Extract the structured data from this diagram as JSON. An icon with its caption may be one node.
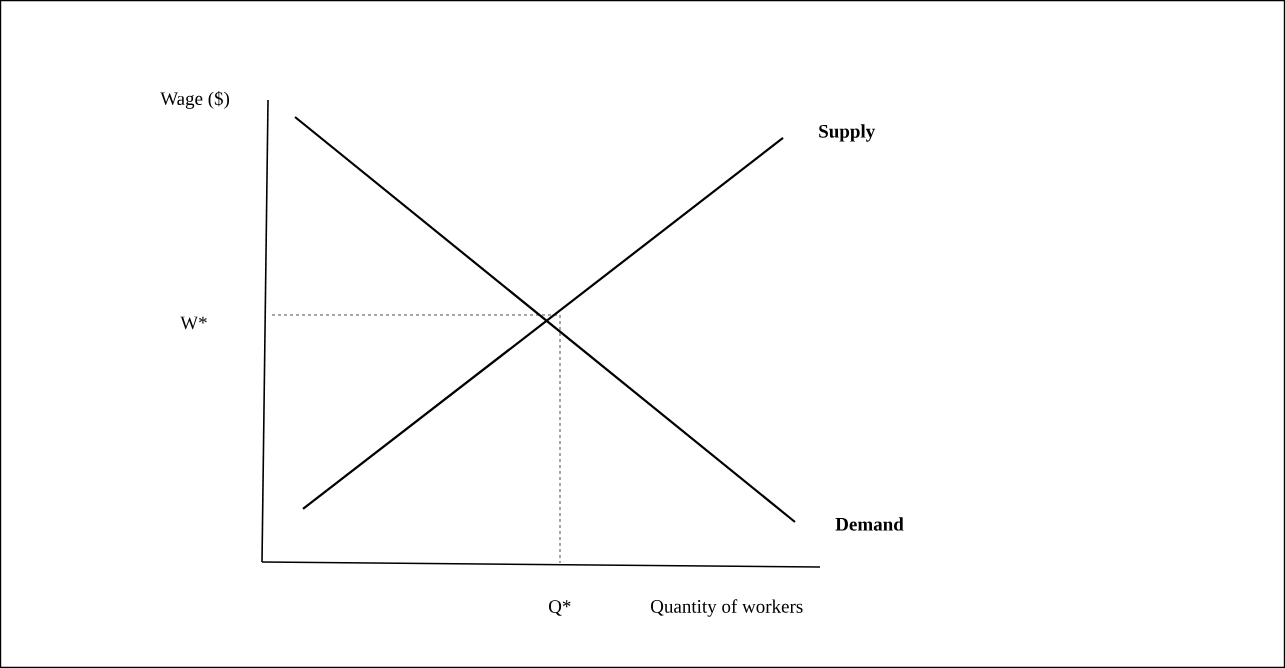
{
  "diagram": {
    "labels": [
      "Wage ($)",
      "Supply",
      "W*",
      "Demand",
      "Q*",
      "Quantity of workers"
    ]
  }
}
